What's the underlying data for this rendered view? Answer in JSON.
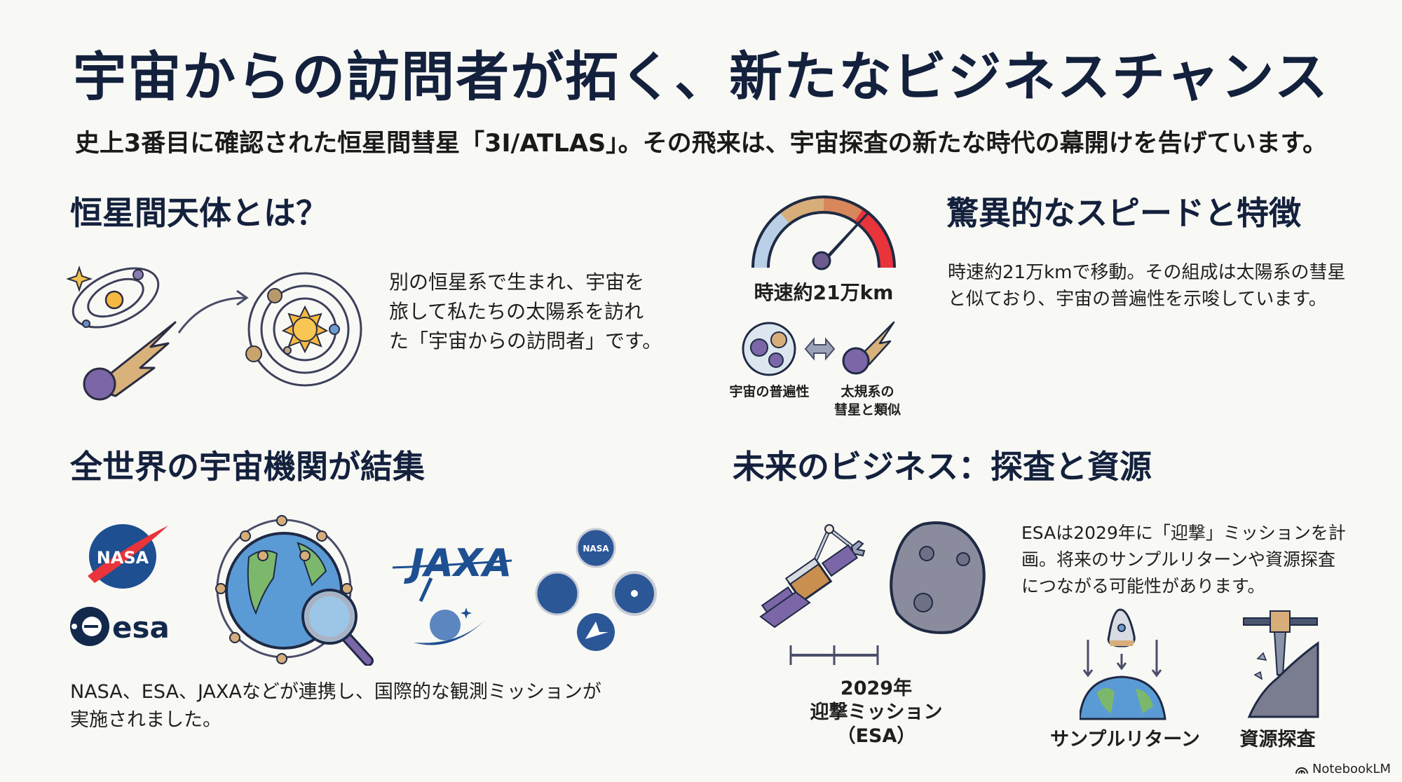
{
  "header": {
    "title": "宇宙からの訪問者が拓く、新たなビジネスチャンス",
    "subtitle": "史上3番目に確認された恒星間彗星「3I/ATLAS」。その飛来は、宇宙探査の新たな時代の幕開けを告げています。"
  },
  "sections": {
    "interstellar": {
      "heading": "恒星間天体とは？",
      "body": [
        "別の恒星系で生まれ、宇宙を",
        "旅して私たちの太陽系を訪れ",
        "た「宇宙からの訪問者」です。"
      ],
      "icons": [
        "other-star-system-icon",
        "comet-icon",
        "arrow-icon",
        "solar-system-icon"
      ]
    },
    "speed": {
      "heading": "驚異的なスピードと特徴",
      "body": [
        "時速約21万kmで移動。その組成は太陽系の彗星",
        "と似ており、宇宙の普遍性を示唆しています。"
      ],
      "gauge_label": "時速約21万km",
      "left_label": "宇宙の普遍性",
      "right_label_1": "太規系の",
      "right_label_2": "彗星と類似",
      "icons": [
        "speedometer-icon",
        "composition-icon",
        "double-arrow-icon",
        "comet-icon"
      ]
    },
    "agencies": {
      "heading": "全世界の宇宙機関が結集",
      "body": [
        "NASA、ESA、JAXAなどが連携し、国際的な観測ミッションが",
        "実施されました。"
      ],
      "logos": {
        "nasa": "NASA",
        "esa": "esa",
        "jaxa": "JAXA",
        "nasa_small": "NASA"
      },
      "icons": [
        "nasa-logo",
        "esa-logo",
        "globe-network-icon",
        "magnifier-icon",
        "jaxa-logo",
        "agency-badges-icon"
      ]
    },
    "business": {
      "heading": "未来のビジネス：探査と資源",
      "body": [
        "ESAは2029年に「迎撃」ミッションを計",
        "画。将来のサンプルリターンや資源探査",
        "につながる可能性があります。"
      ],
      "timeline_year": "2029年",
      "timeline_mission": "迎撃ミッション",
      "timeline_agency": "（ESA）",
      "sample_return_label": "サンプルリターン",
      "resource_label": "資源探査",
      "icons": [
        "satellite-icon",
        "asteroid-icon",
        "timeline-icon",
        "capsule-icon",
        "earth-icon",
        "drill-icon"
      ]
    }
  },
  "footer": {
    "brand": "NotebookLM"
  },
  "colors": {
    "background": "#f8f8f5",
    "heading": "#14213d",
    "text": "#1f1f1f",
    "gauge_red": "#e8343a",
    "accent_blue": "#1d4f91"
  }
}
